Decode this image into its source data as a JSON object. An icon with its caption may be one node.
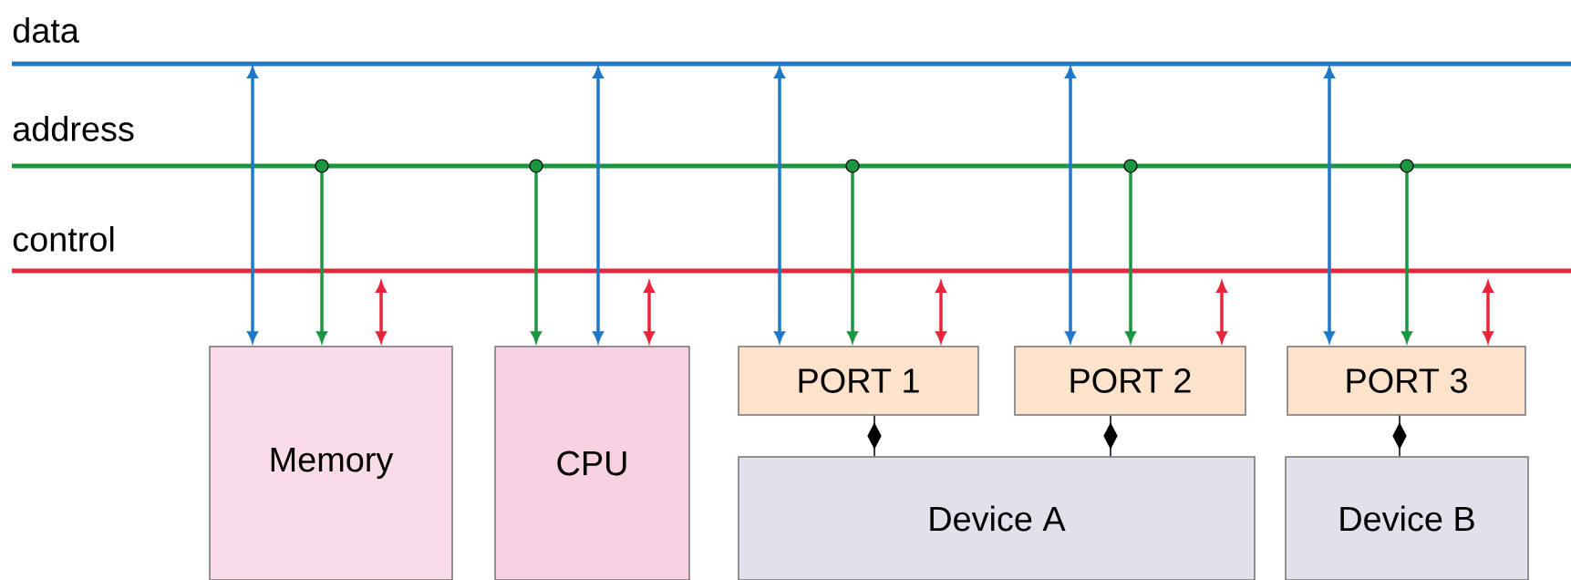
{
  "diagram": {
    "nodes": [
      {
        "text": [
          "data"
        ]
      },
      {
        "text": [
          "address"
        ]
      },
      {
        "text": [
          "control"
        ]
      },
      {
        "text": [
          "Memory"
        ]
      },
      {
        "text": [
          "CPU"
        ]
      },
      {
        "text": [
          "PORT 1"
        ]
      },
      {
        "text": [
          "PORT 2"
        ]
      },
      {
        "text": [
          "PORT 3"
        ]
      },
      {
        "text": [
          "Device A"
        ]
      },
      {
        "text": [
          "Device B"
        ]
      }
    ],
    "edges": [
      {
        "from": 0,
        "to": 3,
        "arrow": "both",
        "color": "#1f78c8"
      },
      {
        "from": 1,
        "to": 3,
        "arrow": "to",
        "color": "#1a9641"
      },
      {
        "from": 2,
        "to": 3,
        "arrow": "both",
        "color": "#e8253a"
      },
      {
        "from": 1,
        "to": 4,
        "arrow": "to",
        "color": "#1a9641"
      },
      {
        "from": 0,
        "to": 4,
        "arrow": "both",
        "color": "#1f78c8"
      },
      {
        "from": 2,
        "to": 4,
        "arrow": "both",
        "color": "#e8253a"
      },
      {
        "from": 0,
        "to": 5,
        "arrow": "both",
        "color": "#1f78c8"
      },
      {
        "from": 1,
        "to": 5,
        "arrow": "to",
        "color": "#1a9641"
      },
      {
        "from": 2,
        "to": 5,
        "arrow": "both",
        "color": "#e8253a"
      },
      {
        "from": 0,
        "to": 6,
        "arrow": "both",
        "color": "#1f78c8"
      },
      {
        "from": 1,
        "to": 6,
        "arrow": "to",
        "color": "#1a9641"
      },
      {
        "from": 2,
        "to": 6,
        "arrow": "both",
        "color": "#e8253a"
      },
      {
        "from": 0,
        "to": 7,
        "arrow": "both",
        "color": "#1f78c8"
      },
      {
        "from": 1,
        "to": 7,
        "arrow": "to",
        "color": "#1a9641"
      },
      {
        "from": 2,
        "to": 7,
        "arrow": "both",
        "color": "#e8253a"
      },
      {
        "from": 5,
        "to": 8,
        "arrow": "none",
        "color": "#000000"
      },
      {
        "from": 6,
        "to": 8,
        "arrow": "none",
        "color": "#000000"
      },
      {
        "from": 7,
        "to": 9,
        "arrow": "none",
        "color": "#000000"
      }
    ]
  }
}
